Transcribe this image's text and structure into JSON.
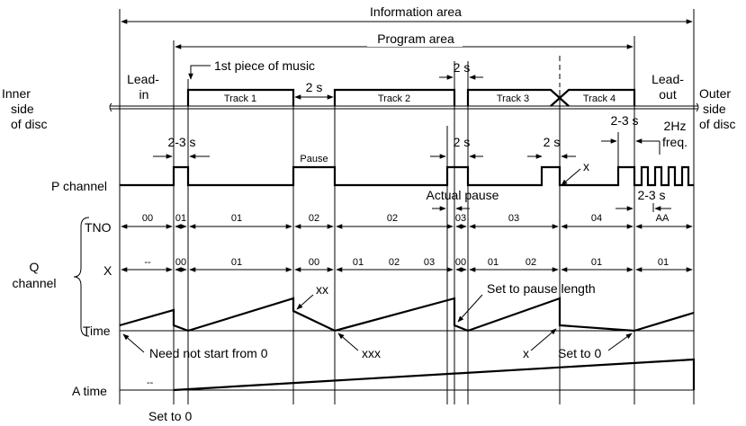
{
  "header": {
    "information_area": "Information area",
    "program_area": "Program area",
    "first_piece": "1st piece of music"
  },
  "zones": {
    "lead_in": [
      "Lead-",
      "in"
    ],
    "lead_out": [
      "Lead-",
      "out"
    ]
  },
  "side_labels": {
    "inner": [
      "Inner",
      "side",
      "of disc"
    ],
    "outer": [
      "Outer",
      "side",
      "of disc"
    ]
  },
  "tracks": [
    "Track 1",
    "Track 2",
    "Track 3",
    "Track 4"
  ],
  "timings": {
    "gap_2s": "2 s",
    "lead_in_pulse": "2-3 s",
    "lead_out_pulse": "2-3 s",
    "freq": [
      "2Hz",
      "freq."
    ],
    "aa_gap": "2-3 s"
  },
  "p_channel": {
    "label": "P channel",
    "pause": "Pause",
    "actual_pause": "Actual pause",
    "x_mark": "x"
  },
  "q_channel": {
    "label": [
      "Q",
      "channel"
    ],
    "tno_label": "TNO",
    "x_label": "X",
    "time_label": "Time",
    "tno_values": [
      "00",
      "01",
      "01",
      "02",
      "02",
      "03",
      "03",
      "04",
      "AA"
    ],
    "x_values": [
      "--",
      "00",
      "01",
      "00",
      "01",
      "02",
      "03",
      "00",
      "01",
      "02",
      "01",
      "01"
    ],
    "annotations": {
      "xx": "xx",
      "set_pause": "Set to pause length",
      "need_not": "Need not start from 0",
      "xxx": "xxx",
      "x": "x",
      "set_zero": "Set to 0"
    }
  },
  "a_time": {
    "label": "A time",
    "dashes": "--",
    "set_zero": "Set to 0"
  }
}
